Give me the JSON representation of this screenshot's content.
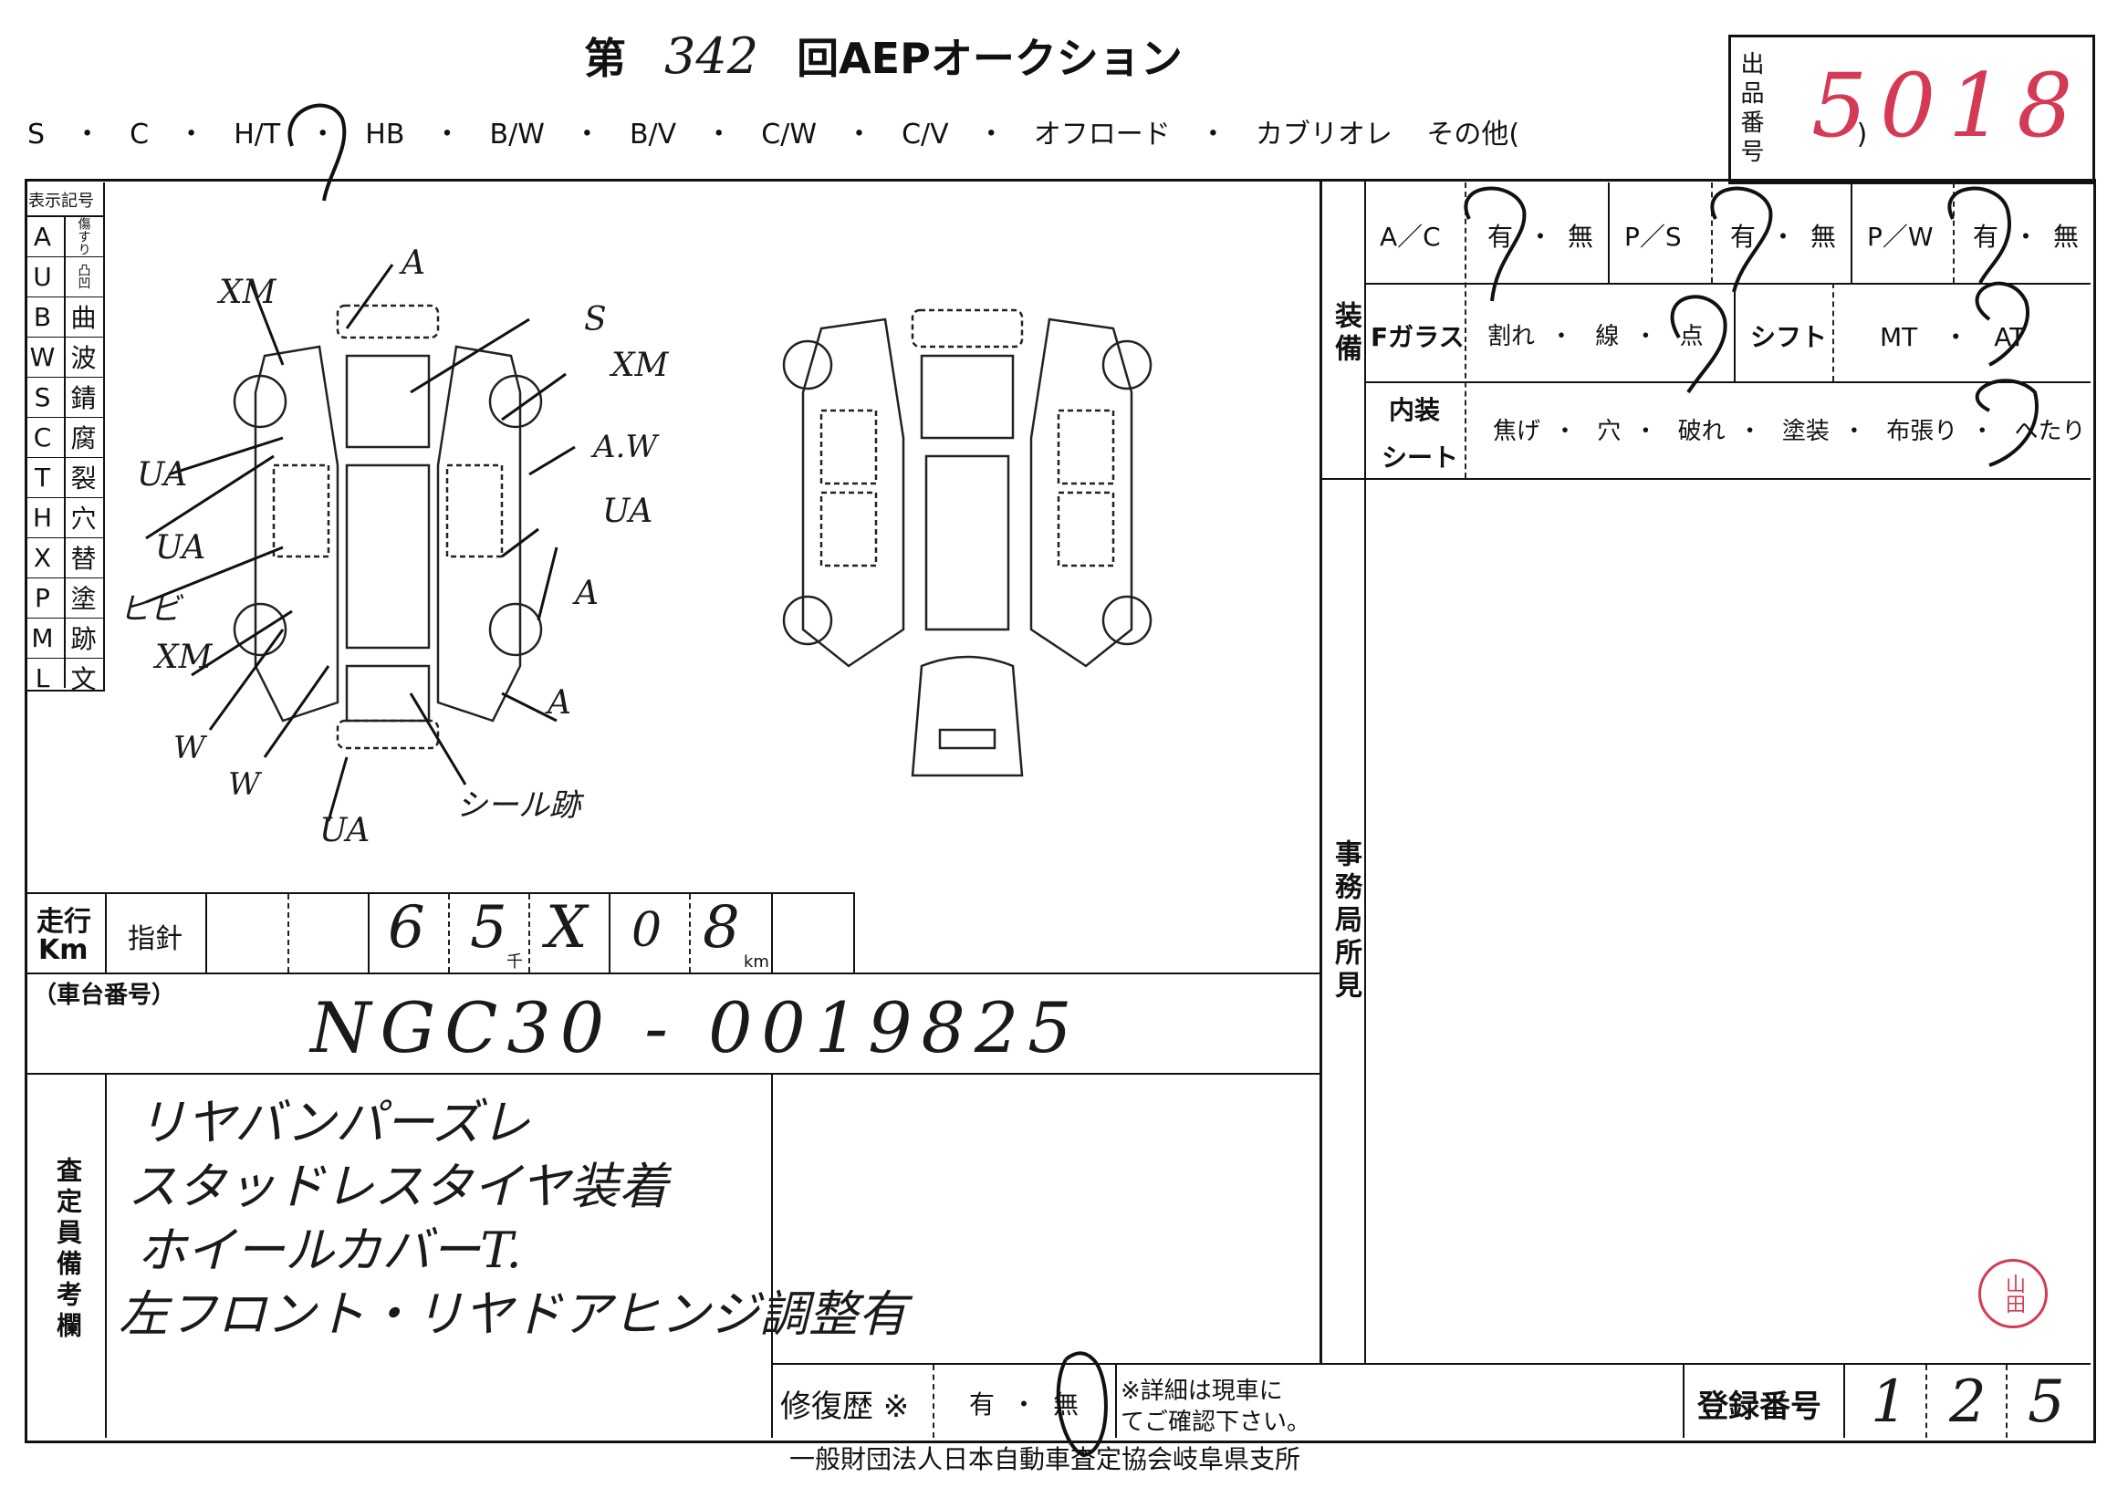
{
  "header": {
    "title_prefix": "第",
    "session_number": "342",
    "title_suffix": "回AEPオークション",
    "body_types": [
      "S",
      "C",
      "H/T",
      "HB",
      "B/W",
      "B/V",
      "C/W",
      "C/V",
      "オフロード",
      "カブリオレ"
    ],
    "other_label": "その他(",
    "other_close": ")",
    "selected_body_type": "HB"
  },
  "lot": {
    "label": "出品番号",
    "number": "5018"
  },
  "legend": {
    "title": "表示記号",
    "rows": [
      {
        "code": "A",
        "meaning": "傷すり"
      },
      {
        "code": "U",
        "meaning": "凸凹"
      },
      {
        "code": "B",
        "meaning": "曲"
      },
      {
        "code": "W",
        "meaning": "波"
      },
      {
        "code": "S",
        "meaning": "錆"
      },
      {
        "code": "C",
        "meaning": "腐"
      },
      {
        "code": "T",
        "meaning": "裂"
      },
      {
        "code": "H",
        "meaning": "穴"
      },
      {
        "code": "X",
        "meaning": "替"
      },
      {
        "code": "P",
        "meaning": "塗"
      },
      {
        "code": "M",
        "meaning": "跡"
      },
      {
        "code": "L",
        "meaning": "文"
      }
    ]
  },
  "diagram_marks": [
    "XM",
    "A",
    "S",
    "XM",
    "A.W",
    "UA",
    "A",
    "A",
    "UA",
    "UA",
    "ヒビ",
    "XM",
    "W",
    "W",
    "UA",
    "シール跡"
  ],
  "equipment": {
    "section_label": "装備",
    "ac_label": "A／C",
    "ps_label": "P／S",
    "pw_label": "P／W",
    "yes": "有",
    "no": "無",
    "glass_label": "Fガラス",
    "glass_options": [
      "割れ",
      "線",
      "点"
    ],
    "shift_label": "シフト",
    "shift_options": [
      "MT",
      "AT"
    ],
    "interior_label": "内装",
    "seat_label": "シート",
    "interior_options": [
      "焦げ",
      "穴",
      "破れ",
      "塗装",
      "布張り",
      "へたり"
    ]
  },
  "office": {
    "label": "事務局所見"
  },
  "odometer": {
    "label_top": "走行",
    "label_bottom": "Km",
    "indicator_label": "指針",
    "digits": [
      "",
      "",
      "6",
      "5",
      "X",
      "0",
      "8",
      ""
    ],
    "thousand_unit": "千",
    "km_unit": "km"
  },
  "chassis": {
    "label": "（車台番号）",
    "value": "NGC30 - 0019825"
  },
  "inspector": {
    "label": "査定員備考欄",
    "notes": [
      "リヤバンパーズレ",
      "スタッドレスタイヤ装着",
      "ホイールカバーT.",
      "左フロント・リヤドアヒンジ調整有"
    ]
  },
  "repair": {
    "label": "修復歴 ※",
    "yes": "有",
    "no": "無",
    "note_line1": "※詳細は現車に",
    "note_line2": "てご確認下さい。"
  },
  "registration": {
    "label": "登録番号",
    "digits": [
      "1",
      "2",
      "5"
    ]
  },
  "stamp": {
    "text": "山田"
  },
  "footer": {
    "text": "一般財団法人日本自動車査定協会岐阜県支所"
  }
}
